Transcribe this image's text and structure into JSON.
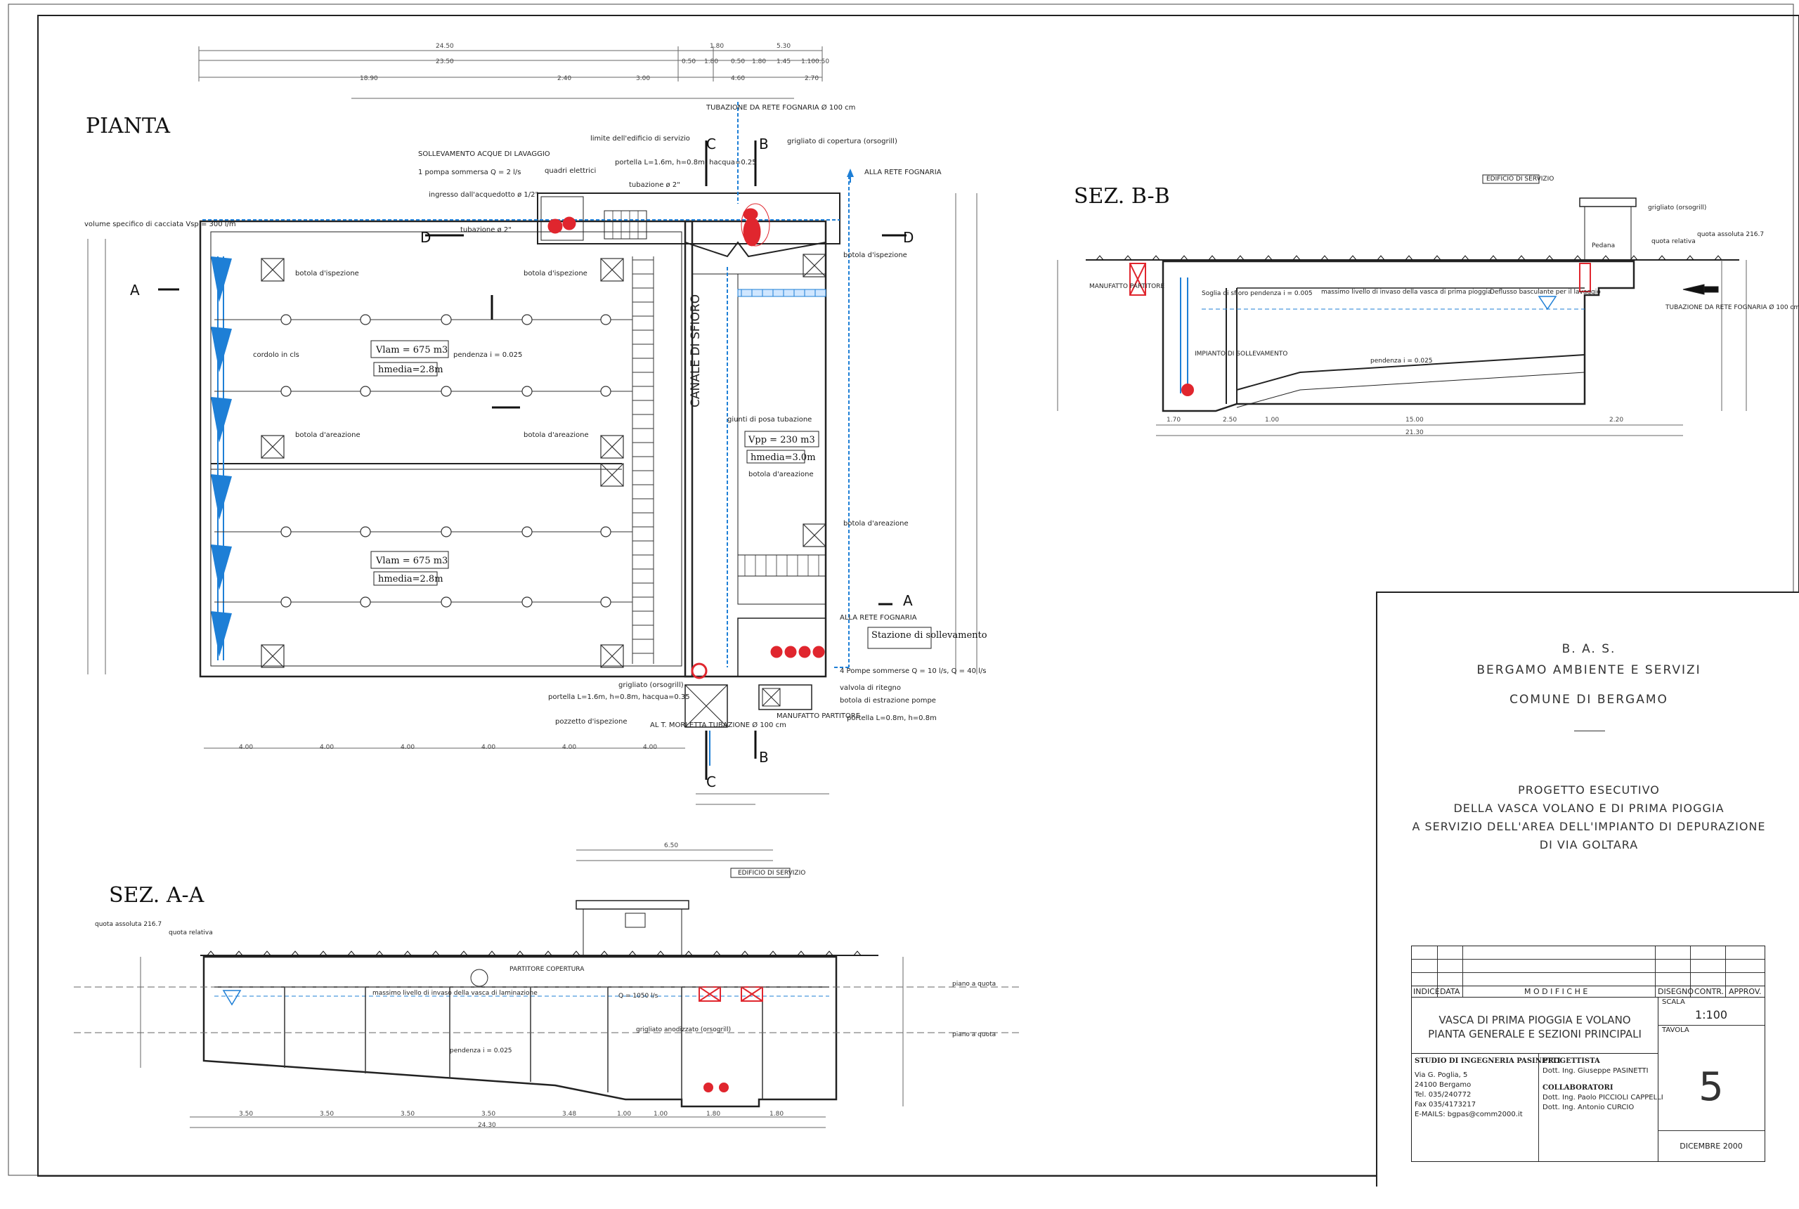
{
  "sections": {
    "pianta": "PIANTA",
    "sez_bb": "SEZ. B-B",
    "sez_aa": "SEZ. A-A"
  },
  "plan_labels": {
    "rete_fognaria_top": "TUBAZIONE DA RETE FOGNARIA Ø 100 cm",
    "alla_rete": "ALLA RETE FOGNARIA",
    "alla_rete_2": "ALLA RETE FOGNARIA",
    "sollevamento": "SOLLEVAMENTO ACQUE DI LAVAGGIO",
    "pompa": "1 pompa sommersa Q = 2 l/s",
    "ingresso": "ingresso dall'acquedotto ø 1/2\"",
    "quadri": "quadri elettrici",
    "limite": "limite dell'edificio di servizio",
    "portella_top": "portella L=1.6m, h=0.8m, hacqua=0.25",
    "tubazione_2": "tubazione ø 2\"",
    "tubazione_2b": "tubazione ø 2\"",
    "grigliato_cop": "grigliato di copertura (orsogrill)",
    "volume_spec": "volume specifico di cacciata Vsp = 300 l/m",
    "botola_isp_1": "botola d'ispezione",
    "botola_isp_2": "botola d'ispezione",
    "botola_isp_3": "botola d'ispezione",
    "botola_aer_1": "botola d'areazione",
    "botola_aer_2": "botola d'areazione",
    "botola_aer_3": "botola d'areazione",
    "botola_aer_4": "botola d'areazione",
    "cordolo": "cordolo in cls",
    "vlam_1": "Vlam = 675 m3",
    "hmedia_1": "hmedia=2.8m",
    "vlam_2": "Vlam = 675 m3",
    "hmedia_2": "hmedia=2.8m",
    "pendenza_1": "pendenza i = 0.025",
    "canale": "CANALE DI SFIORO",
    "vpp": "Vpp = 230 m3",
    "hmedia_pp": "hmedia=3.0m",
    "pozzo": "giunti di posa tubazione",
    "stazione": "Stazione di sollevamento",
    "pompe": "4 Pompe sommerse Q = 10 l/s, Q = 40 l/s",
    "valvola": "valvola di ritegno",
    "botola_estr": "botola di estrazione pompe",
    "grigliato_2": "grigliato (orsogrill)",
    "portella_2": "portella L=1.6m, h=0.8m, hacqua=0.35",
    "pozzetto": "pozzetto d'ispezione",
    "morletta": "AL T. MORLETTA TUBAZIONE Ø 100 cm",
    "manufatto": "MANUFATTO PARTITORE",
    "portella_3": "portella L=0.8m, h=0.8m",
    "letter_a": "A",
    "letter_b": "B",
    "letter_c": "C",
    "letter_d": "D"
  },
  "section_bb_labels": {
    "grigliato": "grigliato (orsogrill)",
    "quota_ass": "quota assoluta 216.7",
    "quota_rel": "quota relativa",
    "tubazione": "TUBAZIONE DA RETE FOGNARIA Ø 100 cm",
    "manufatto": "MANUFATTO PARTITORE",
    "impianto": "IMPIANTO DI SOLLEVAMENTO",
    "massimo": "massimo livello di invaso della vasca di prima pioggia",
    "soglia": "Soglia di sfioro pendenza i = 0.005",
    "deflusso": "Deflusso basculante per il lavaggio",
    "pendenza": "pendenza i = 0.025",
    "edificio": "EDIFICIO DI SERVIZIO",
    "pedana": "Pedana"
  },
  "section_aa_labels": {
    "quota_ass": "quota assoluta 216.7",
    "quota_rel": "quota relativa",
    "piano_1": "piano a quota",
    "piano_2": "piano a quota",
    "massimo": "massimo livello di invaso della vasca di laminazione",
    "partitore": "PARTITORE COPERTURA",
    "pompa": "Q = 1050 l/s",
    "grigliato": "grigliato anodizzato (orsogrill)",
    "pendenza": "pendenza i = 0.025",
    "edificio": "EDIFICIO DI SERVIZIO"
  },
  "title_block": {
    "org1": "B. A. S.",
    "org2": "BERGAMO AMBIENTE E SERVIZI",
    "org3": "COMUNE DI BERGAMO",
    "proj1": "PROGETTO ESECUTIVO",
    "proj2": "DELLA VASCA VOLANO E DI PRIMA PIOGGIA",
    "proj3": "A SERVIZIO DELL'AREA DELL'IMPIANTO DI DEPURAZIONE",
    "proj4": "DI VIA GOLTARA",
    "col_indice": "INDICE",
    "col_data": "DATA",
    "col_modifiche": "M O D I F I C H E",
    "col_disegno": "DISEGNO",
    "col_contr": "CONTR.",
    "col_approv": "APPROV.",
    "drawing_title_1": "VASCA DI PRIMA PIOGGIA E VOLANO",
    "drawing_title_2": "PIANTA GENERALE E SEZIONI PRINCIPALI",
    "scala_label": "SCALA",
    "scala_value": "1:100",
    "tavola_label": "TAVOLA",
    "tavola_value": "5",
    "studio": "STUDIO DI INGEGNERIA PASINETTI",
    "addr1": "Via G. Poglia, 5",
    "addr2": "24100   Bergamo",
    "tel": "Tel. 035/240772",
    "fax": "Fax 035/4173217",
    "email": "E-MAILS: bgpas@comm2000.it",
    "progettista_label": "PROGETTISTA",
    "progettista": "Dott. Ing. Giuseppe PASINETTI",
    "collab_label": "COLLABORATORI",
    "collab1": "Dott. Ing. Paolo PICCIOLI CAPPELLI",
    "collab2": "Dott. Ing. Antonio CURCIO",
    "date": "DICEMBRE 2000"
  },
  "dims_top": [
    "24.50",
    "1.80",
    "5.30",
    "23.50",
    "0.50",
    "1.80",
    "0.50",
    "1.80",
    "1.45",
    "1.10",
    "0.50",
    "18.90",
    "2.40",
    "3.00",
    "4.60",
    "2.70"
  ],
  "dims_bottom": [
    "4.00",
    "4.00",
    "4.00",
    "4.00",
    "4.00",
    "4.00"
  ],
  "dims_aa": [
    "3.50",
    "3.50",
    "3.50",
    "3.50",
    "3.48",
    "1.00",
    "1.00",
    "1.80",
    "1.80",
    "24.30",
    "6.50"
  ],
  "dims_bb": [
    "1.70",
    "2.50",
    "1.00",
    "15.00",
    "2.20",
    "21.30"
  ],
  "colors": {
    "line": "#222222",
    "water": "#1e7fd6",
    "red": "#e0262e",
    "dim": "#555555"
  }
}
